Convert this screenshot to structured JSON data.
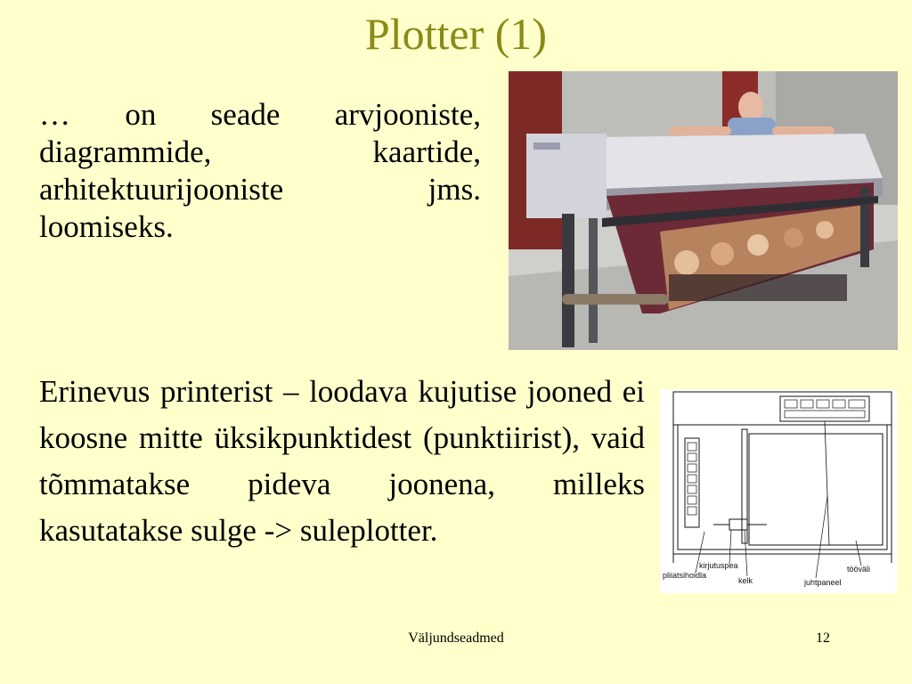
{
  "slide": {
    "title": "Plotter (1)",
    "paragraph1": "… on seade arvjooniste, diagrammide, kaartide, arhitektuurijooniste jms. loomiseks.",
    "paragraph2": "Erinevus printerist – loodava kujutise jooned ei koosne mitte üksikpunktidest (punktiirist), vaid tõmmatakse pideva joonena, milleks kasutatakse sulge -> suleplotter.",
    "footer_text": "Väljundseadmed",
    "page_number": "12"
  },
  "diagram": {
    "labels": {
      "kirjutuspea": "kirjutuspea",
      "pliiatsihoidla": "pliiatsihoidla",
      "kelk": "kelk",
      "juhtpaneel": "juhtpaneel",
      "toovali": "tööväli"
    }
  },
  "colors": {
    "background": "#ffffcc",
    "title": "#8a8a16"
  }
}
